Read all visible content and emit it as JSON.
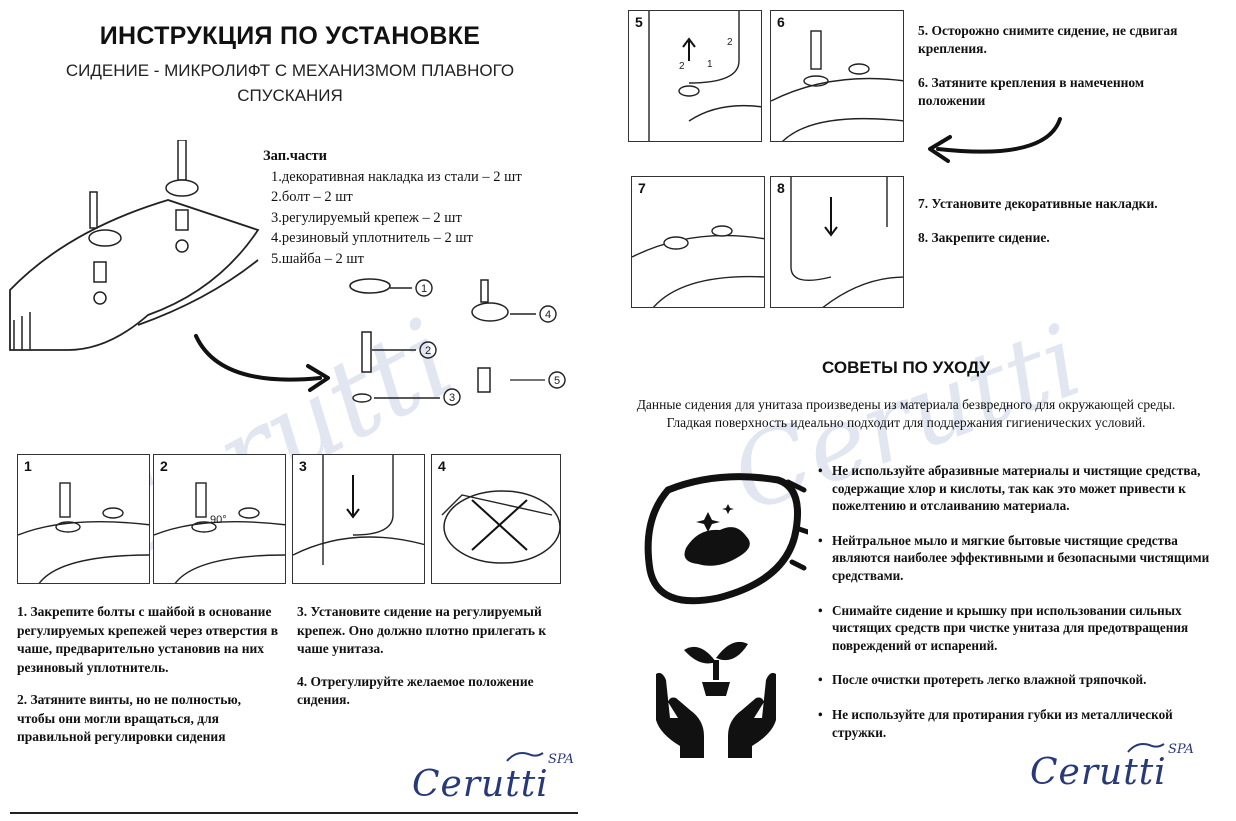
{
  "left_page": {
    "title": "ИНСТРУКЦИЯ ПО УСТАНОВКЕ",
    "subtitle": "СИДЕНИЕ - МИКРОЛИФТ С МЕХАНИЗМОМ ПЛАВНОГО СПУСКАНИЯ",
    "parts": {
      "heading": "Зап.части",
      "items": [
        "1.декоративная накладка из стали – 2 шт",
        "2.болт – 2 шт",
        "3.регулируемый крепеж – 2 шт",
        "4.резиновый уплотнитель – 2 шт",
        "5.шайба – 2 шт"
      ]
    },
    "part_callouts": [
      "1",
      "2",
      "3",
      "4",
      "5"
    ],
    "step_numbers": [
      "1",
      "2",
      "3",
      "4"
    ],
    "angle_label": "90°",
    "steps_col1": [
      "1.   Закрепите болты с шайбой в основание регулируемых крепежей через отверстия в чаше, предварительно установив на них резиновый уплотнитель.",
      "2.   Затяните винты, но не полностью, чтобы они могли вращаться, для правильной регулировки сидения"
    ],
    "steps_col2": [
      "3. Установите сидение на регулируемый крепеж. Оно должно плотно прилегать к чаше унитаза.",
      "4. Отрегулируйте желаемое положение сидения."
    ],
    "logo": {
      "text": "Cerutti",
      "spa": "SPA"
    }
  },
  "right_page": {
    "step_numbers": [
      "5",
      "6",
      "7",
      "8"
    ],
    "small_labels": [
      "2",
      "1",
      "2"
    ],
    "steps_top": [
      "5. Осторожно снимите сидение, не сдвигая крепления.",
      "6. Затяните крепления в намеченном положении"
    ],
    "steps_bottom": [
      "7. Установите декоративные накладки.",
      "8. Закрепите сидение."
    ],
    "care": {
      "title": "СОВЕТЫ ПО УХОДУ",
      "intro": "Данные сидения для унитаза произведены из материала безвредного для окружающей среды. Гладкая поверхность идеально подходит для поддержания гигиенических условий.",
      "tips": [
        "Не используйте абразивные материалы и чистящие средства, содержащие хлор и кислоты, так как это может привести к пожелтению и отслаиванию материала.",
        "Нейтральное мыло и мягкие бытовые чистящие средства являются наиболее эффективными и безопасными чистящими средствами.",
        "Снимайте сидение и крышку при использовании сильных чистящих средств при чистке унитаза для предотвращения повреждений от испарений.",
        "После очистки протереть легко влажной тряпочкой.",
        "Не используйте для протирания губки из металлической стружки."
      ]
    },
    "logo": {
      "text": "Cerutti",
      "spa": "SPA"
    }
  },
  "colors": {
    "logo": "#27397a",
    "watermark": "#c9d2e6",
    "ink": "#111111"
  }
}
